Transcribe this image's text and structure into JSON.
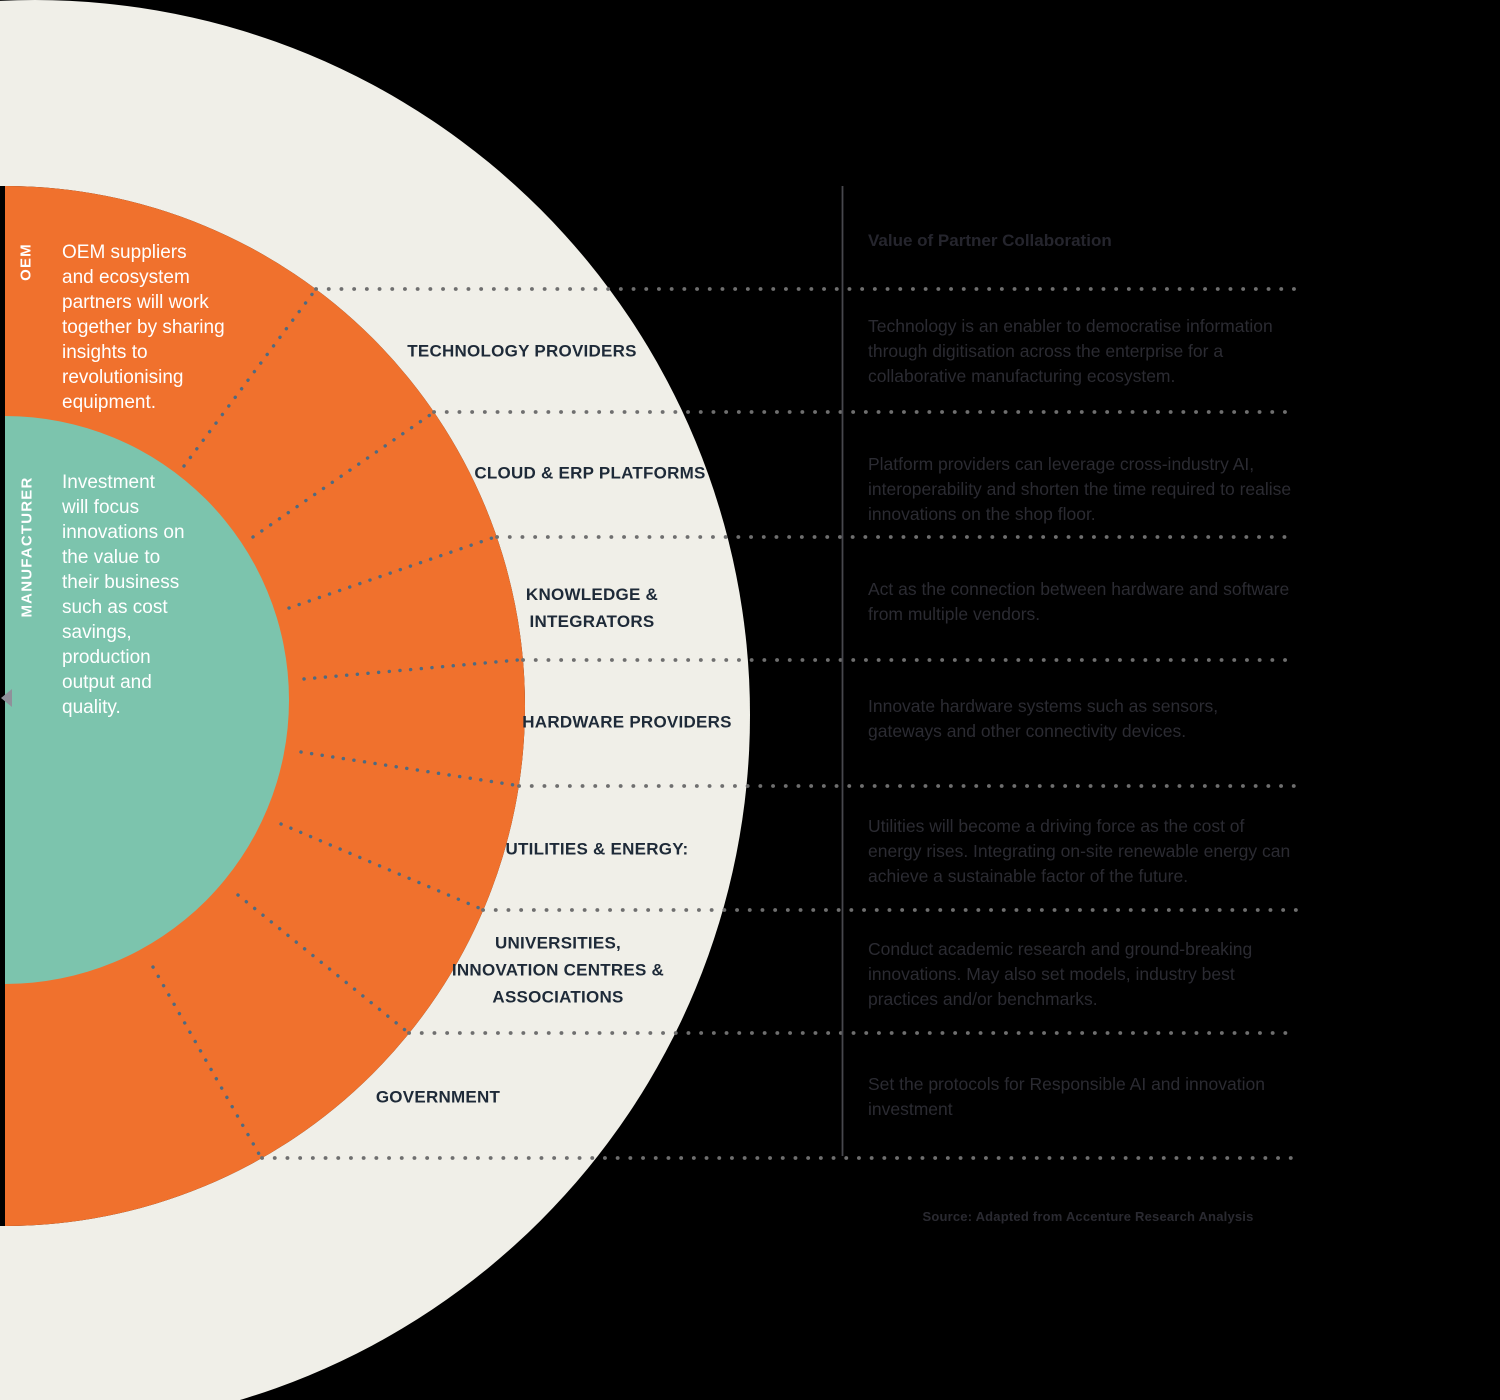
{
  "colors": {
    "background": "#000000",
    "cream_ring": "#f0efe8",
    "oem_ring_orange": "#f0712d",
    "manufacturer_teal": "#7cc4ad",
    "sector_label_navy": "#1e2a38",
    "panel_text": "#2b2b32",
    "dot_gray": "#6f6f6f",
    "radial_dot_blue": "#4f6a80"
  },
  "rings": {
    "oem": {
      "label": "OEM",
      "text": "OEM suppliers\nand ecosystem\npartners will work\ntogether by sharing\ninsights to\nrevolutionising\nequipment."
    },
    "manufacturer": {
      "label": "MANUFACTURER",
      "text": "Investment\nwill focus\ninnovations on\nthe value to\ntheir business\nsuch as cost\nsavings,\nproduction\noutput and\nquality."
    }
  },
  "panel": {
    "title": "Value of Partner Collaboration"
  },
  "sectors": [
    {
      "label": "TECHNOLOGY PROVIDERS",
      "description": "Technology is an enabler to democratise information through digitisation across the enterprise for a collaborative manufacturing ecosystem."
    },
    {
      "label": "CLOUD & ERP PLATFORMS",
      "description": "Platform providers can leverage cross-industry AI, interoperability and shorten the time required to realise innovations on the shop floor."
    },
    {
      "label": "KNOWLEDGE & INTEGRATORS",
      "description": "Act as the connection between hardware and software from multiple vendors."
    },
    {
      "label": "HARDWARE PROVIDERS",
      "description": "Innovate hardware systems such as sensors, gateways and other connectivity devices."
    },
    {
      "label": "UTILITIES & ENERGY:",
      "description": "Utilities will become a driving force as the cost of energy rises. Integrating on-site renewable energy can achieve a sustainable factor of the future."
    },
    {
      "label": "UNIVERSITIES, INNOVATION CENTRES & ASSOCIATIONS",
      "description": "Conduct academic research and ground-breaking innovations. May also set models, industry best practices and/or benchmarks."
    },
    {
      "label": "GOVERNMENT",
      "description": "Set the protocols for Responsible AI and innovation investment"
    }
  ],
  "source": "Source: Adapted from Accenture Research Analysis"
}
